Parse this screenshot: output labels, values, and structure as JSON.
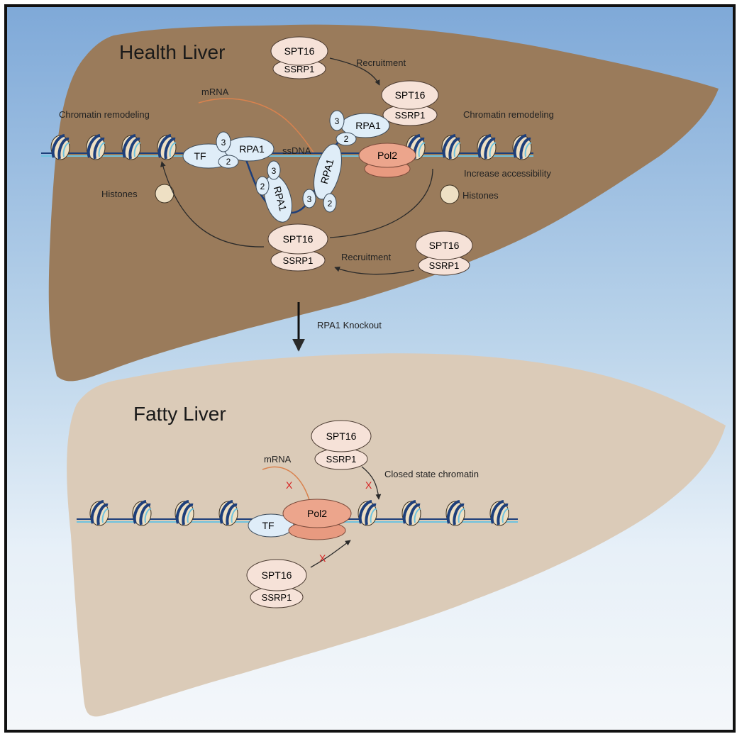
{
  "healthy": {
    "title": "Health Liver",
    "spt16": "SPT16",
    "ssrp1": "SSRP1",
    "recruitment": "Recruitment",
    "mrna": "mRNA",
    "chromatin_remodeling": "Chromatin remodeling",
    "tf": "TF",
    "rpa1": "RPA1",
    "ssdna": "ssDNA",
    "pol2": "Pol2",
    "increase_accessibility": "Increase accessibility",
    "histones": "Histones",
    "n2": "2",
    "n3": "3"
  },
  "transition": "RPA1 Knockout",
  "fatty": {
    "title": "Fatty Liver",
    "spt16": "SPT16",
    "ssrp1": "SSRP1",
    "mrna": "mRNA",
    "closed_state": "Closed state chromatin",
    "tf": "TF",
    "pol2": "Pol2",
    "block": "X"
  },
  "colors": {
    "healthy_liver": "#9a7b5b",
    "fatty_liver": "#dbcbb8",
    "dna_blue": "#1e3f7a",
    "dna_cyan": "#6fc3df",
    "histone": "#eee0c4",
    "pol2": "#e89a80",
    "fact_subunit": "#f6e2d8",
    "rpa1_subunit": "#dfedf8",
    "block_red": "#d62020"
  }
}
